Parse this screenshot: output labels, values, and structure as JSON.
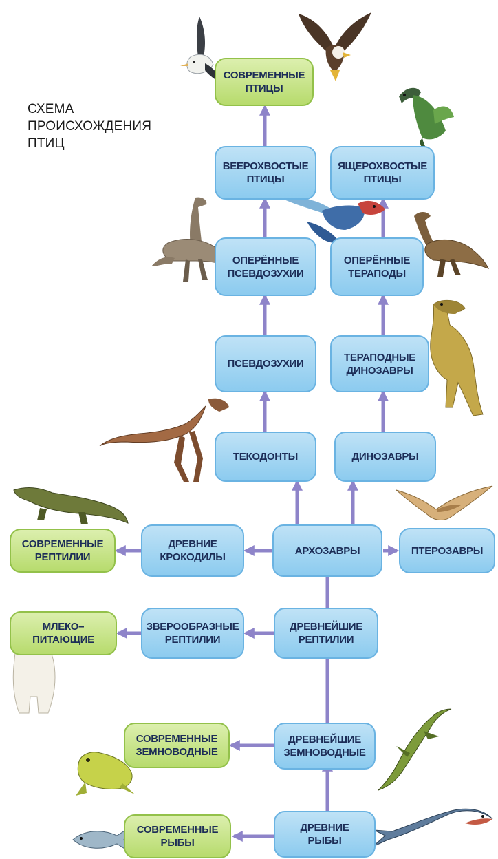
{
  "title": [
    "СХЕМА",
    "ПРОИСХОЖДЕНИЯ",
    "ПТИЦ"
  ],
  "nodes": {
    "modern_birds": [
      "СОВРЕМЕННЫЕ",
      "ПТИЦЫ"
    ],
    "fan_tailed_birds": [
      "ВЕЕРОХВОСТЫЕ",
      "ПТИЦЫ"
    ],
    "lizard_tailed_birds": [
      "ЯЩЕРОХВОСТЫЕ",
      "ПТИЦЫ"
    ],
    "feathered_pseudosuchians": [
      "ОПЕРЁННЫЕ",
      "ПСЕВДОЗУХИИ"
    ],
    "feathered_theropods": [
      "ОПЕРЁННЫЕ",
      "ТЕРАПОДЫ"
    ],
    "pseudosuchians": [
      "ПСЕВДОЗУХИИ"
    ],
    "theropod_dinosaurs": [
      "ТЕРАПОДНЫЕ",
      "ДИНОЗАВРЫ"
    ],
    "thecodonts": [
      "ТЕКОДОНТЫ"
    ],
    "dinosaurs": [
      "ДИНОЗАВРЫ"
    ],
    "modern_reptiles": [
      "СОВРЕМЕННЫЕ",
      "РЕПТИЛИИ"
    ],
    "ancient_crocodiles": [
      "ДРЕВНИЕ",
      "КРОКОДИЛЫ"
    ],
    "archosaurs": [
      "АРХОЗАВРЫ"
    ],
    "pterosaurs": [
      "ПТЕРОЗАВРЫ"
    ],
    "mammals": [
      "МЛЕКО–",
      "ПИТАЮЩИЕ"
    ],
    "mammal_like_reptiles": [
      "ЗВЕРООБРАЗНЫЕ",
      "РЕПТИЛИИ"
    ],
    "earliest_reptiles": [
      "ДРЕВНЕЙШИЕ",
      "РЕПТИЛИИ"
    ],
    "modern_amphibians": [
      "СОВРЕМЕННЫЕ",
      "ЗЕМНОВОДНЫЕ"
    ],
    "earliest_amphibians": [
      "ДРЕВНЕЙШИЕ",
      "ЗЕМНОВОДНЫЕ"
    ],
    "modern_fish": [
      "СОВРЕМЕННЫЕ",
      "РЫБЫ"
    ],
    "ancient_fish": [
      "ДРЕВНИЕ",
      "РЫБЫ"
    ]
  },
  "colors": {
    "blue_node": "#a6d7f3",
    "green_node": "#c6e48a",
    "node_text": "#1c2d57",
    "arrow": "#8e84c9"
  },
  "illustrations": [
    "albatross",
    "eagle",
    "archaeopteryx",
    "feathered-dinosaur",
    "flying-bird-dinosaur",
    "small-theropod",
    "large-theropod",
    "thecodont",
    "crocodile",
    "pterosaur",
    "polar-bear",
    "frog",
    "ancient-amphibian",
    "mackerel",
    "ancient-fish"
  ]
}
